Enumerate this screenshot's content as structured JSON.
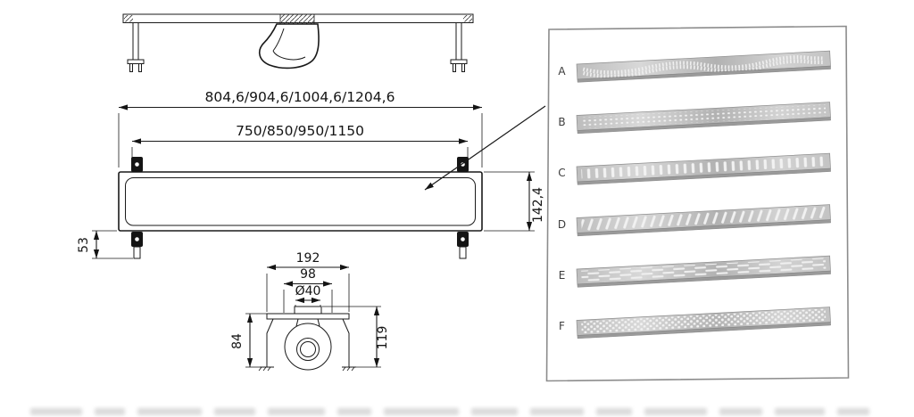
{
  "figure": {
    "type": "technical-drawing",
    "subject": "linear shower drain with grate options",
    "line_color": "#1a1a1a",
    "grate_fill": "#c2c2c2",
    "panel_border": "#8c8c8c"
  },
  "dimensions": {
    "overall_length": "804,6/904,6/1004,6/1204,6",
    "cutout_length": "750/850/950/1150",
    "body_height": "142,4",
    "base_offset": "53",
    "trap_width": "192",
    "trap_inner_width": "98",
    "outlet_diameter": "Ø40",
    "trap_depth": "84",
    "trap_height": "119"
  },
  "grate_options": {
    "items": [
      {
        "label": "A",
        "pattern": "wave-perforation"
      },
      {
        "label": "B",
        "pattern": "micro-slot-grid"
      },
      {
        "label": "C",
        "pattern": "vertical-slots"
      },
      {
        "label": "D",
        "pattern": "diagonal-slots"
      },
      {
        "label": "E",
        "pattern": "offset-dashes"
      },
      {
        "label": "F",
        "pattern": "round-holes"
      }
    ]
  }
}
